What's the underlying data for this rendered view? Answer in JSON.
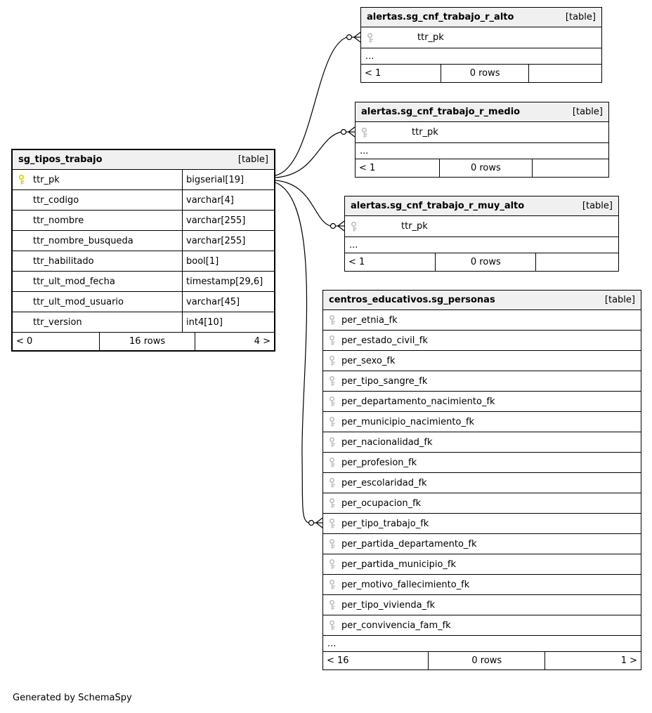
{
  "page": {
    "generated_by": "Generated by SchemaSpy"
  },
  "tables": {
    "main": {
      "title": "sg_tipos_trabajo",
      "badge": "[table]",
      "columns": [
        {
          "name": "ttr_pk",
          "type": "bigserial[19]",
          "key": "pk"
        },
        {
          "name": "ttr_codigo",
          "type": "varchar[4]",
          "key": ""
        },
        {
          "name": "ttr_nombre",
          "type": "varchar[255]",
          "key": ""
        },
        {
          "name": "ttr_nombre_busqueda",
          "type": "varchar[255]",
          "key": ""
        },
        {
          "name": "ttr_habilitado",
          "type": "bool[1]",
          "key": ""
        },
        {
          "name": "ttr_ult_mod_fecha",
          "type": "timestamp[29,6]",
          "key": ""
        },
        {
          "name": "ttr_ult_mod_usuario",
          "type": "varchar[45]",
          "key": ""
        },
        {
          "name": "ttr_version",
          "type": "int4[10]",
          "key": ""
        }
      ],
      "footer": {
        "left": "< 0",
        "center": "16 rows",
        "right": "4 >"
      }
    },
    "r_alto": {
      "title": "alertas.sg_cnf_trabajo_r_alto",
      "badge": "[table]",
      "columns": [
        {
          "name": "ttr_pk",
          "key": "fk"
        }
      ],
      "ellipsis": "...",
      "footer": {
        "left": "< 1",
        "center": "0 rows",
        "right": ""
      }
    },
    "r_medio": {
      "title": "alertas.sg_cnf_trabajo_r_medio",
      "badge": "[table]",
      "columns": [
        {
          "name": "ttr_pk",
          "key": "fk"
        }
      ],
      "ellipsis": "...",
      "footer": {
        "left": "< 1",
        "center": "0 rows",
        "right": ""
      }
    },
    "r_muy_alto": {
      "title": "alertas.sg_cnf_trabajo_r_muy_alto",
      "badge": "[table]",
      "columns": [
        {
          "name": "ttr_pk",
          "key": "fk"
        }
      ],
      "ellipsis": "...",
      "footer": {
        "left": "< 1",
        "center": "0 rows",
        "right": ""
      }
    },
    "personas": {
      "title": "centros_educativos.sg_personas",
      "badge": "[table]",
      "columns": [
        {
          "name": "per_etnia_fk",
          "key": "fk"
        },
        {
          "name": "per_estado_civil_fk",
          "key": "fk"
        },
        {
          "name": "per_sexo_fk",
          "key": "fk"
        },
        {
          "name": "per_tipo_sangre_fk",
          "key": "fk"
        },
        {
          "name": "per_departamento_nacimiento_fk",
          "key": "fk"
        },
        {
          "name": "per_municipio_nacimiento_fk",
          "key": "fk"
        },
        {
          "name": "per_nacionalidad_fk",
          "key": "fk"
        },
        {
          "name": "per_profesion_fk",
          "key": "fk"
        },
        {
          "name": "per_escolaridad_fk",
          "key": "fk"
        },
        {
          "name": "per_ocupacion_fk",
          "key": "fk"
        },
        {
          "name": "per_tipo_trabajo_fk",
          "key": "fk"
        },
        {
          "name": "per_partida_departamento_fk",
          "key": "fk"
        },
        {
          "name": "per_partida_municipio_fk",
          "key": "fk"
        },
        {
          "name": "per_motivo_fallecimiento_fk",
          "key": "fk"
        },
        {
          "name": "per_tipo_vivienda_fk",
          "key": "fk"
        },
        {
          "name": "per_convivencia_fam_fk",
          "key": "fk"
        }
      ],
      "ellipsis": "...",
      "footer": {
        "left": "< 16",
        "center": "0 rows",
        "right": "1 >"
      }
    }
  }
}
